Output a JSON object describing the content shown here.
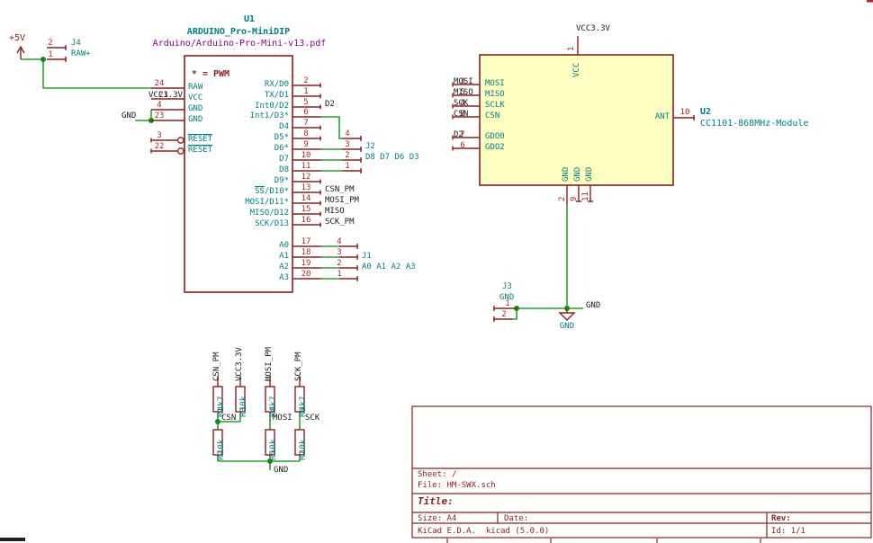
{
  "power5v": "+5V",
  "j4": {
    "ref": "J4",
    "net": "RAW+",
    "pins": [
      "2",
      "1"
    ]
  },
  "u1": {
    "ref": "U1",
    "name": "ARDUINO_Pro-MiniDIP",
    "doc": "Arduino/Arduino-Pro-Mini-v13.pdf",
    "pwm_note": "* = PWM",
    "gnd_label": "GND",
    "left_pins": [
      {
        "num": "24",
        "name": "RAW"
      },
      {
        "num": "21",
        "name": "VCC",
        "net": "VCC3.3V"
      },
      {
        "num": "4",
        "name": "GND"
      },
      {
        "num": "23",
        "name": "GND"
      },
      {
        "num": "3",
        "name": "RESET",
        "inverted": true,
        "overline": true
      },
      {
        "num": "22",
        "name": "RESET",
        "inverted": true,
        "overline": true
      }
    ],
    "right_pins": [
      {
        "num": "2",
        "name": "RX/D0"
      },
      {
        "num": "1",
        "name": "TX/D1"
      },
      {
        "num": "5",
        "name": "Int0/D2",
        "net": "D2"
      },
      {
        "num": "6",
        "name": "Int1/D3*"
      },
      {
        "num": "7",
        "name": "D4"
      },
      {
        "num": "8",
        "name": "D5*"
      },
      {
        "num": "9",
        "name": "D6*"
      },
      {
        "num": "10",
        "name": "D7"
      },
      {
        "num": "11",
        "name": "D8"
      },
      {
        "num": "12",
        "name": "D9*"
      },
      {
        "num": "13",
        "name": "SS/D10*",
        "overline_prefix": "SS",
        "net": "CSN_PM"
      },
      {
        "num": "14",
        "name": "MOSI/D11*",
        "net": "MOSI_PM"
      },
      {
        "num": "15",
        "name": "MISO/D12",
        "net": "MISO"
      },
      {
        "num": "16",
        "name": "SCK/D13",
        "net": "SCK_PM"
      },
      {
        "num": "17",
        "name": "A0"
      },
      {
        "num": "18",
        "name": "A1"
      },
      {
        "num": "19",
        "name": "A2"
      },
      {
        "num": "20",
        "name": "A3"
      }
    ]
  },
  "j2": {
    "ref": "J2",
    "nets": "D8 D7 D6 D3",
    "pins": [
      "4",
      "3",
      "2",
      "1"
    ]
  },
  "j1": {
    "ref": "J1",
    "nets": "A0 A1 A2 A3",
    "pins": [
      "4",
      "3",
      "2",
      "1"
    ]
  },
  "u2": {
    "ref": "U2",
    "name": "CC1101-868MHz-Module",
    "top_pin": {
      "num": "1",
      "name": "VCC",
      "net": "VCC3.3V"
    },
    "left_pins": [
      {
        "num": "3",
        "name": "MOSI",
        "net": "MOSI"
      },
      {
        "num": "5",
        "name": "MISO",
        "net": "MISO"
      },
      {
        "num": "4",
        "name": "SCLK",
        "net": "SCK"
      },
      {
        "num": "8",
        "name": "CSN",
        "net": "CSN"
      },
      {
        "num": "7",
        "name": "GDO0",
        "net": "D2"
      },
      {
        "num": "6",
        "name": "GDO2"
      }
    ],
    "right_pin": {
      "num": "10",
      "name": "ANT"
    },
    "bottom_pins": [
      {
        "num": "2",
        "name": "GND"
      },
      {
        "num": "9",
        "name": "GND"
      },
      {
        "num": "11",
        "name": "GND"
      }
    ]
  },
  "j3": {
    "ref": "J3",
    "net": "GND",
    "pins": [
      "1",
      "2"
    ]
  },
  "gnd_symbol_label": "GND",
  "gnd_net_label": "GND",
  "resistors": {
    "top_labels": [
      "CSN_PM",
      "VCC3.3V",
      "MOSI_PM",
      "SCK_PM"
    ],
    "top": [
      {
        "ref": "R1",
        "value": "4k7"
      },
      {
        "ref": "R3",
        "value": "10k"
      },
      {
        "ref": "R4",
        "value": "4k7"
      },
      {
        "ref": "R6",
        "value": "4k7"
      }
    ],
    "mid_labels": [
      "CSN",
      "MOSI",
      "SCK"
    ],
    "bottom": [
      {
        "ref": "R2",
        "value": "10k"
      },
      {
        "ref": "R5",
        "value": "10k"
      },
      {
        "ref": "R7",
        "value": "10k"
      }
    ],
    "gnd": "GND"
  },
  "titleblock": {
    "sheet": "Sheet: /",
    "file": "File: HM-SWX.sch",
    "title": "Title:",
    "size": "Size: A4",
    "date": "Date:",
    "rev": "Rev:",
    "app": "KiCad E.D.A.  kicad (5.0.0)",
    "id": "Id: 1/1"
  },
  "colors": {
    "wire": "#2f9e2f",
    "junction": "#128912",
    "outline": "#8a2121",
    "pin_number": "#a32929",
    "pin_name": "#007f7f",
    "net_label": "#1a1a1a",
    "doc_link": "#8b008b",
    "component_fill": "#ffffc2"
  }
}
